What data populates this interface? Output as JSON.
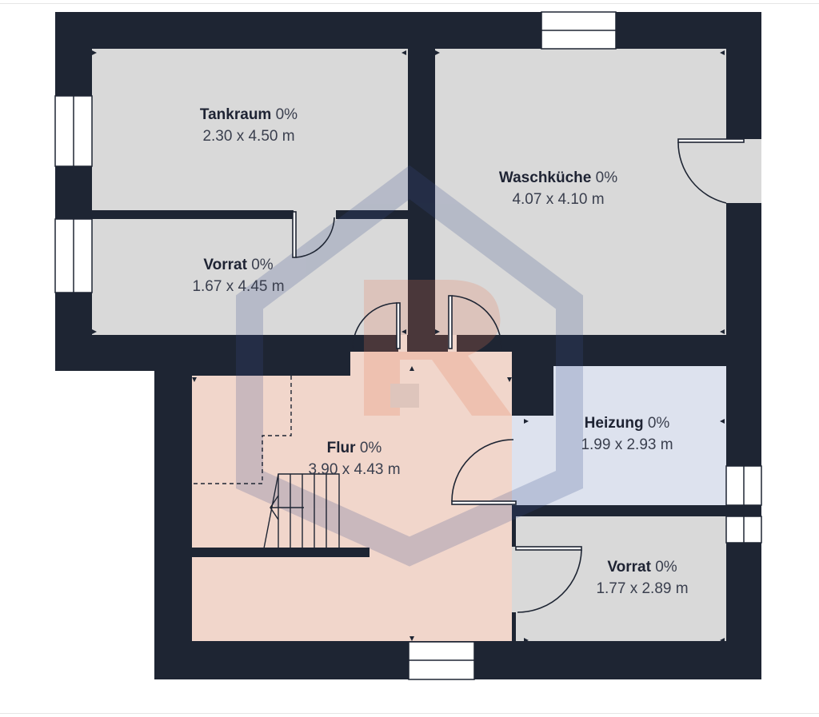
{
  "floorplan": {
    "rooms": [
      {
        "id": "tankraum",
        "name": "Tankraum",
        "share": "0%",
        "dimensions": "2.30 x 4.50 m"
      },
      {
        "id": "vorrat1",
        "name": "Vorrat",
        "share": "0%",
        "dimensions": "1.67 x 4.45 m"
      },
      {
        "id": "waschkueche",
        "name": "Waschküche",
        "share": "0%",
        "dimensions": "4.07 x 4.10 m"
      },
      {
        "id": "flur",
        "name": "Flur",
        "share": "0%",
        "dimensions": "3.90 x 4.43 m"
      },
      {
        "id": "heizung",
        "name": "Heizung",
        "share": "0%",
        "dimensions": "1.99 x 2.93 m"
      },
      {
        "id": "vorrat2",
        "name": "Vorrat",
        "share": "0%",
        "dimensions": "1.77 x 2.89 m"
      }
    ],
    "colors": {
      "wall": "#1e2533",
      "room_grey": "#d9d9d9",
      "flur": "#f1d6cb",
      "heizung": "#dde2ee",
      "watermark_red": "#e87a55",
      "watermark_blue": "#3b4f8c"
    }
  }
}
